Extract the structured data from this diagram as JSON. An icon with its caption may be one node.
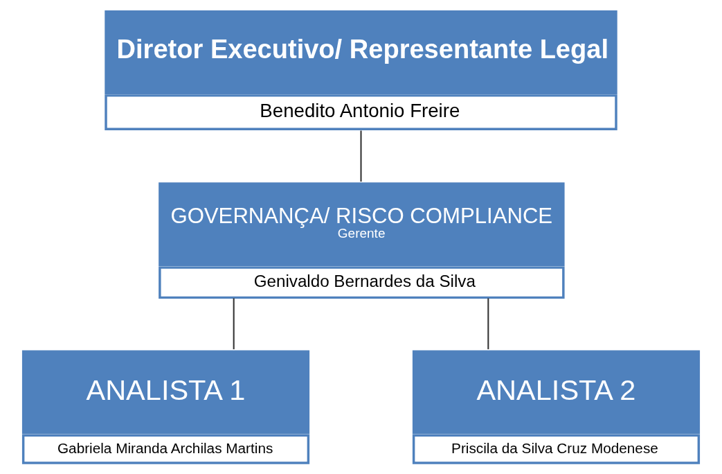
{
  "diagram": {
    "nodes": [
      {
        "text": [
          "Diretor Executivo/ Representante Legal",
          "Benedito Antonio Freire"
        ]
      },
      {
        "text": [
          "GOVERNANÇA/ RISCO COMPLIANCE",
          "Gerente",
          "Genivaldo Bernardes da Silva"
        ]
      },
      {
        "text": [
          "ANALISTA 1",
          "Gabriela Miranda Archilas Martins"
        ]
      },
      {
        "text": [
          "ANALISTA 2",
          "Priscila da Silva Cruz Modenese"
        ]
      }
    ],
    "edges": [
      {
        "from": 0,
        "to": 1,
        "arrow": "none"
      },
      {
        "from": 1,
        "to": 2,
        "arrow": "none"
      },
      {
        "from": 1,
        "to": 3,
        "arrow": "none"
      }
    ]
  }
}
